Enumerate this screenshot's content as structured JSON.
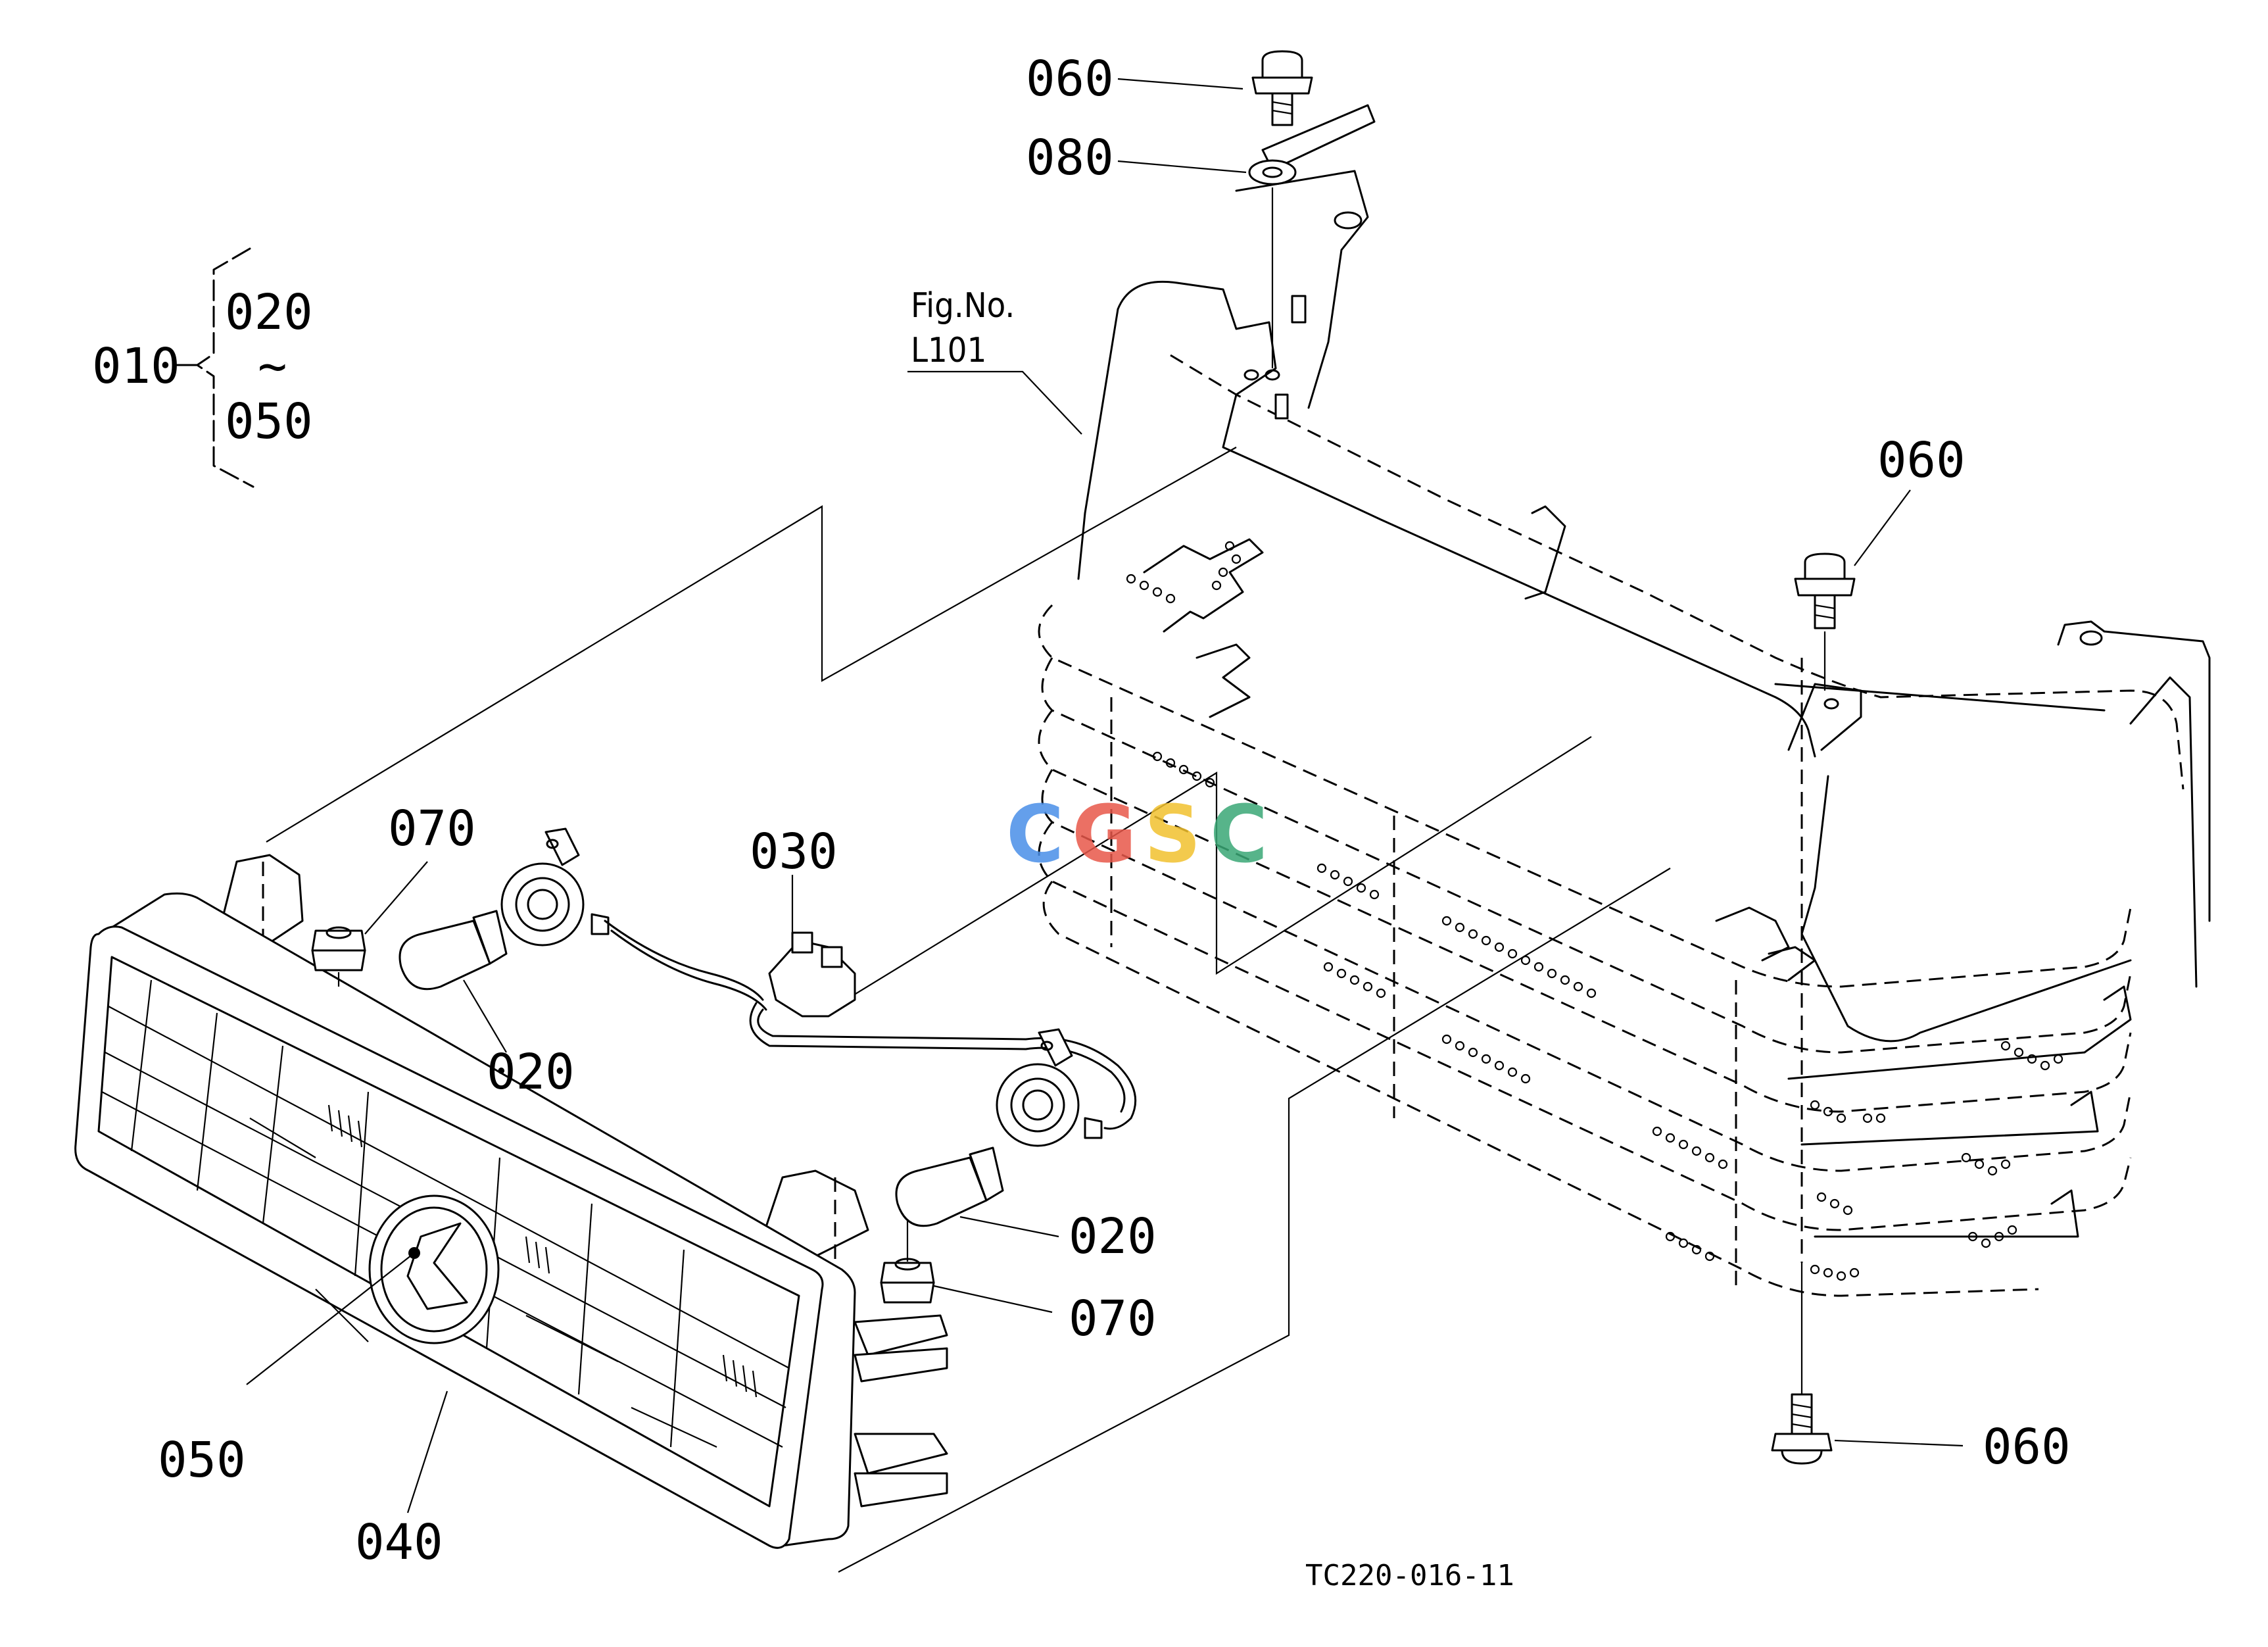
{
  "assembly": {
    "main_label": "010",
    "range_start": "020",
    "range_tilde": "~",
    "range_end": "050"
  },
  "figure_ref": {
    "line1": "Fig.No.",
    "line2": "L101"
  },
  "callouts": {
    "bolt_top": "060",
    "washer_top": "080",
    "bolt_right": "060",
    "bolt_bottom": "060",
    "nut_left": "070",
    "nut_right": "070",
    "bulb_left": "020",
    "bulb_right": "020",
    "harness": "030",
    "emblem": "050",
    "lens": "040"
  },
  "watermark": {
    "letters": [
      "C",
      "G",
      "S",
      "C"
    ],
    "colors": [
      "#4a8fe8",
      "#e8584a",
      "#f2c12e",
      "#3aa876"
    ]
  },
  "drawing_code": "TC220-016-11"
}
